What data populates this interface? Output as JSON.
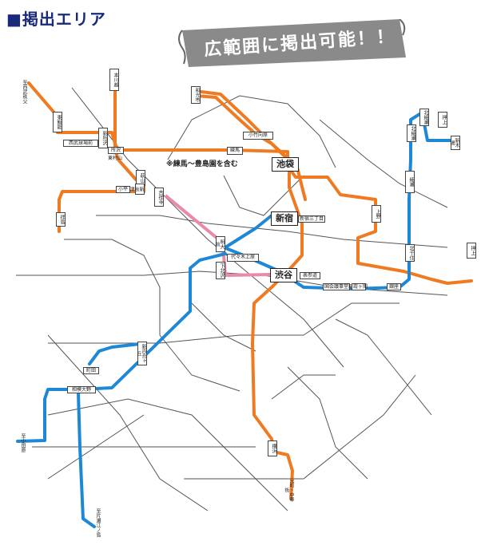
{
  "header": {
    "title": "■掲出エリア"
  },
  "banner": {
    "text": "広範囲に掲出可能！！"
  },
  "note": {
    "text": "※練馬～豊島園を含む"
  },
  "colors": {
    "orange": "#f07a22",
    "blue": "#1e88d6",
    "pink": "#e88aa8",
    "gray": "#555555",
    "title": "#1a2a7a"
  },
  "stations": {
    "seibu_chichibu": "至西武秩父",
    "tokorosawa_tr": "至所沢",
    "higashi_hanno": "東飯能",
    "kawagoe": "本川越",
    "seibu_kyujo": "西武球場前",
    "shin_tokorosawa": "新所沢",
    "tokorosawa": "所沢",
    "higashimurayama": "東村山",
    "hanno": "拝島",
    "kodaira": "小平",
    "hagiyama": "萩山",
    "shin_akitsu": "新秋津",
    "kotake": "小竹向原",
    "nerima": "練馬",
    "ikebukuro": "池袋",
    "shinjuku": "新宿",
    "shibuya": "渋谷",
    "yoyogi": "代々木上原",
    "shimokita": "下北沢",
    "meidaimae": "明大前",
    "kichijoji": "吉祥寺",
    "shinjuku3": "新宿三丁目",
    "omotesando": "表参道",
    "kokkai": "国会議事堂前",
    "kasumigaseki": "霞ヶ関",
    "ginza": "銀座",
    "kitasenju": "北千住",
    "kitaayase": "北綾瀬",
    "ayase": "綾瀬",
    "ueno": "上野",
    "oshiage": "押上",
    "shin_yurigaoka": "新百合ヶ丘",
    "sagamiono": "相模大野",
    "machida": "町田",
    "odawara": "至小田原",
    "enoshima": "至片瀬江ノ島",
    "yokohama": "横浜",
    "motomachi": "元町・中華街",
    "shin_kiba": "新木場",
    "wakoshi": "和光市"
  }
}
